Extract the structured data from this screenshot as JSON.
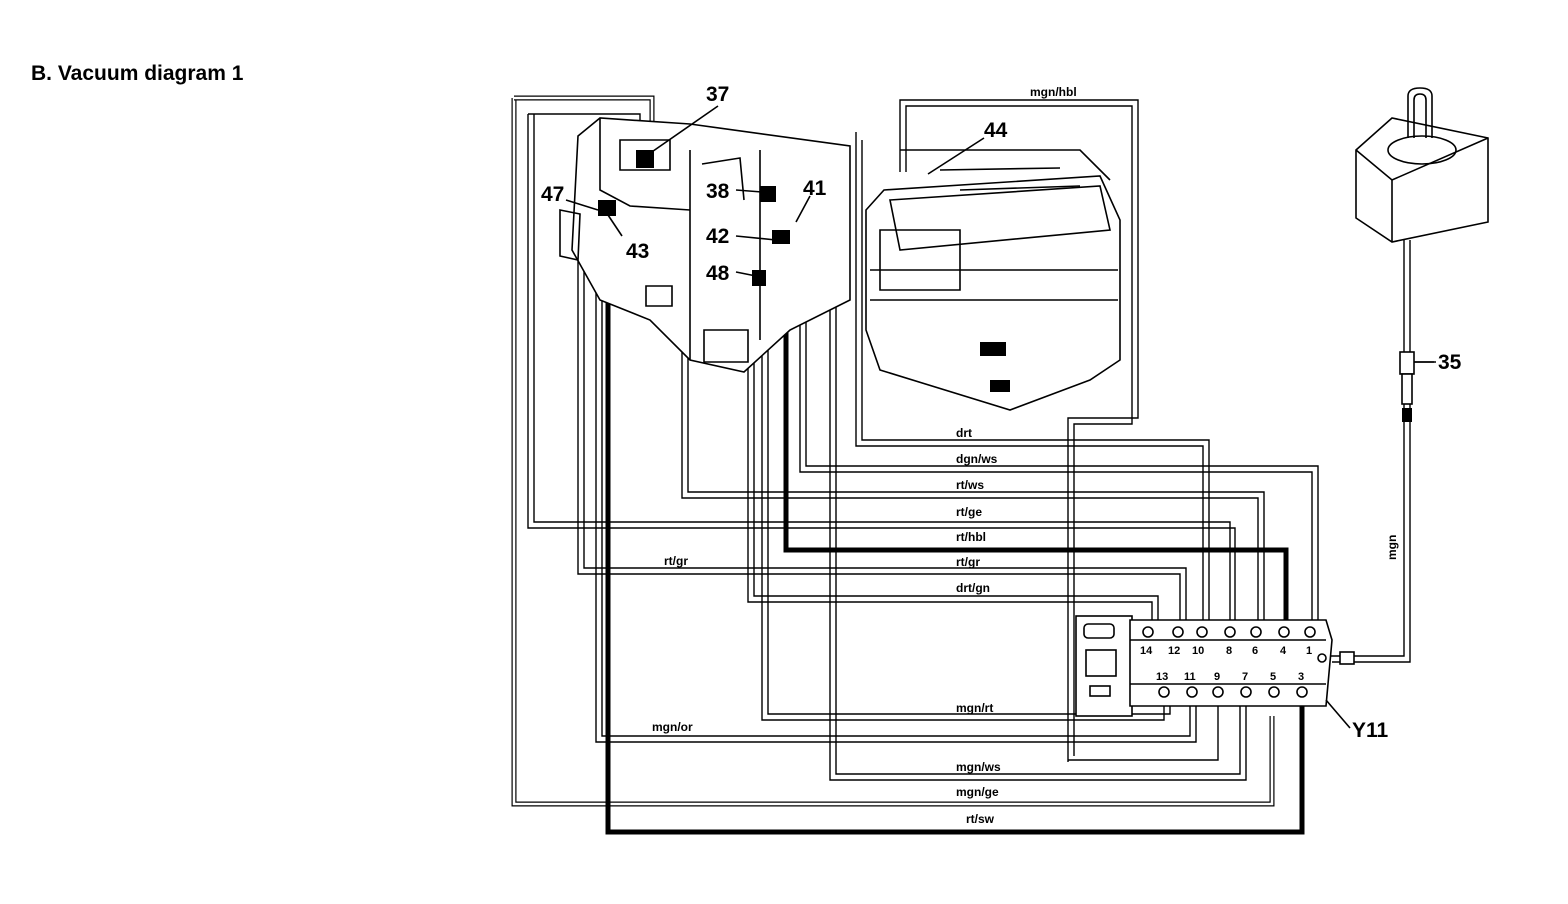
{
  "title": "B. Vacuum diagram 1",
  "callouts": {
    "c37": "37",
    "c38": "38",
    "c41": "41",
    "c42": "42",
    "c43": "43",
    "c44": "44",
    "c47": "47",
    "c48": "48",
    "c35": "35",
    "y11": "Y11"
  },
  "wire_labels": {
    "mgn_hbl": "mgn/hbl",
    "drt": "drt",
    "dgn_ws": "dgn/ws",
    "rt_ws": "rt/ws",
    "rt_ge": "rt/ge",
    "rt_hbl": "rt/hbl",
    "rt_gr_left": "rt/gr",
    "rt_gr": "rt/gr",
    "drt_gn": "drt/gn",
    "mgn_or": "mgn/or",
    "mgn_rt": "mgn/rt",
    "mgn_ws": "mgn/ws",
    "mgn_ge": "mgn/ge",
    "rt_sw": "rt/sw",
    "mgn": "mgn"
  },
  "port_numbers": {
    "top": [
      "14",
      "12",
      "10",
      "8",
      "6",
      "4",
      "1"
    ],
    "bottom": [
      "13",
      "11",
      "9",
      "7",
      "5",
      "3"
    ]
  }
}
